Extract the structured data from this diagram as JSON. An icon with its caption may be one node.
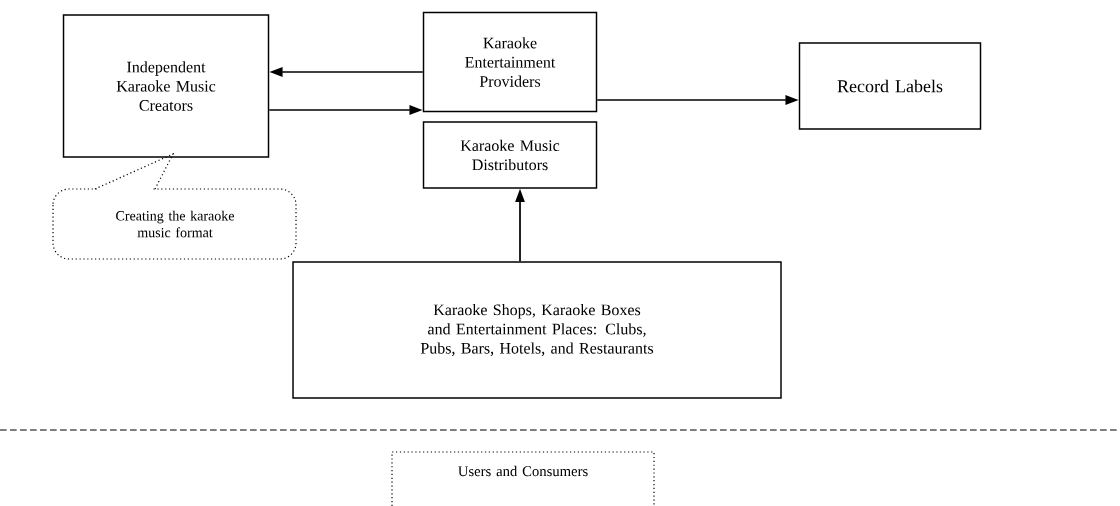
{
  "diagram": {
    "nodes": [
      {
        "text": [
          "Independent Karaoke Music Creators"
        ]
      },
      {
        "text": [
          "Karaoke Entertainment Providers"
        ]
      },
      {
        "text": [
          "Karaoke Music Distributors"
        ]
      },
      {
        "text": [
          "Record Labels"
        ]
      },
      {
        "text": [
          "Creating the karaoke music format"
        ]
      },
      {
        "text": [
          "Karaoke Shops, Karaoke Boxes and Entertainment Places: Clubs, Pubs, Bars, Hotels, and Restaurants"
        ]
      },
      {
        "text": [
          "Users and Consumers"
        ]
      }
    ],
    "edges": [
      {
        "from": 1,
        "to": 0,
        "arrow": "to"
      },
      {
        "from": 0,
        "to": 1,
        "arrow": "to"
      },
      {
        "from": 1,
        "to": 3,
        "arrow": "to"
      },
      {
        "from": 5,
        "to": 2,
        "arrow": "to"
      }
    ]
  }
}
